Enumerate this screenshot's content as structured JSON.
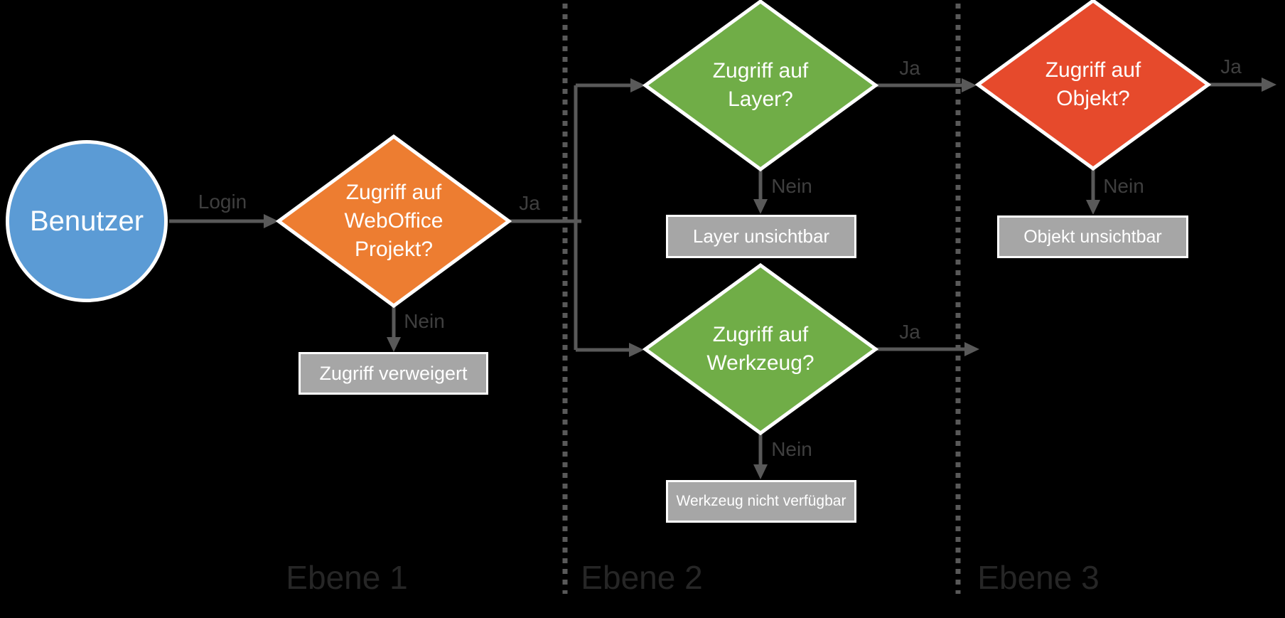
{
  "colors": {
    "background": "#000000",
    "blue": "#5B9BD5",
    "orange": "#ED7D31",
    "green": "#70AD47",
    "red": "#E64A2C",
    "gray_box": "#A6A6A6",
    "connector": "#595959",
    "edge_label": "#3F3F3F",
    "lane_label": "#262626"
  },
  "start": {
    "label": "Benutzer"
  },
  "edges": {
    "login": "Login"
  },
  "decisions": [
    {
      "label": "Zugriff auf WebOffice Projekt?",
      "yes_label": "Ja",
      "no_label": "Nein"
    },
    {
      "label": "Zugriff auf Layer?",
      "yes_label": "Ja",
      "no_label": "Nein"
    },
    {
      "label": "Zugriff auf Werkzeug?",
      "yes_label": "Ja",
      "no_label": "Nein"
    },
    {
      "label": "Zugriff auf Objekt?",
      "yes_label": "Ja",
      "no_label": "Nein"
    }
  ],
  "results": [
    {
      "label": "Zugriff verweigert"
    },
    {
      "label": "Layer unsichtbar"
    },
    {
      "label": "Werkzeug nicht verfügbar"
    },
    {
      "label": "Objekt unsichtbar"
    }
  ],
  "lanes": [
    {
      "label": "Ebene 1"
    },
    {
      "label": "Ebene 2"
    },
    {
      "label": "Ebene 3"
    }
  ]
}
